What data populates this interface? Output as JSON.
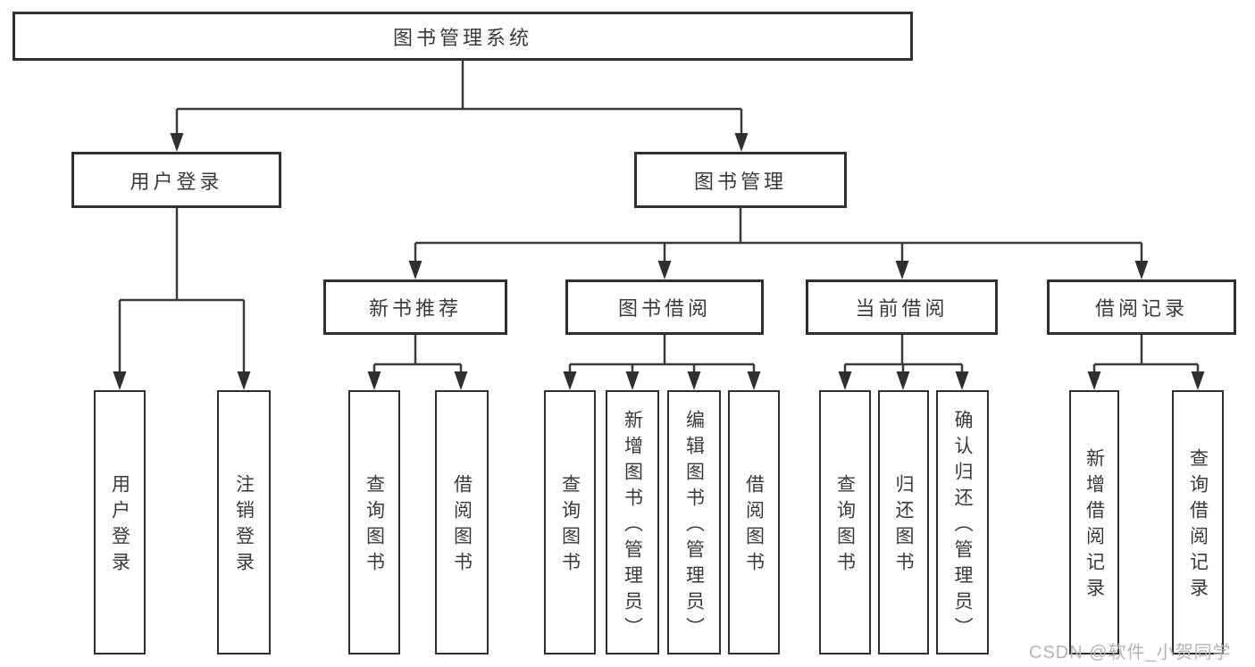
{
  "diagram": {
    "root": {
      "label": "图书管理系统"
    },
    "children": [
      {
        "label": "用户登录",
        "children": [
          {
            "label": "用户登录"
          },
          {
            "label": "注销登录"
          }
        ]
      },
      {
        "label": "图书管理",
        "children": [
          {
            "label": "新书推荐",
            "children": [
              {
                "label": "查询图书"
              },
              {
                "label": "借阅图书"
              }
            ]
          },
          {
            "label": "图书借阅",
            "children": [
              {
                "label": "查询图书"
              },
              {
                "label": "新增图书（管理员）"
              },
              {
                "label": "编辑图书（管理员）"
              },
              {
                "label": "借阅图书"
              }
            ]
          },
          {
            "label": "当前借阅",
            "children": [
              {
                "label": "查询图书"
              },
              {
                "label": "归还图书"
              },
              {
                "label": "确认归还（管理员）"
              }
            ]
          },
          {
            "label": "借阅记录",
            "children": [
              {
                "label": "新增借阅记录"
              },
              {
                "label": "查询借阅记录"
              }
            ]
          }
        ]
      }
    ]
  },
  "watermark": {
    "text": "CSDN @软件_小贺同学",
    "color": "#b4b4b4"
  },
  "colors": {
    "background": "#ffffff",
    "line": "#3a3a3a",
    "box_border": "#2f2f2f",
    "text": "#3a3a3a"
  }
}
